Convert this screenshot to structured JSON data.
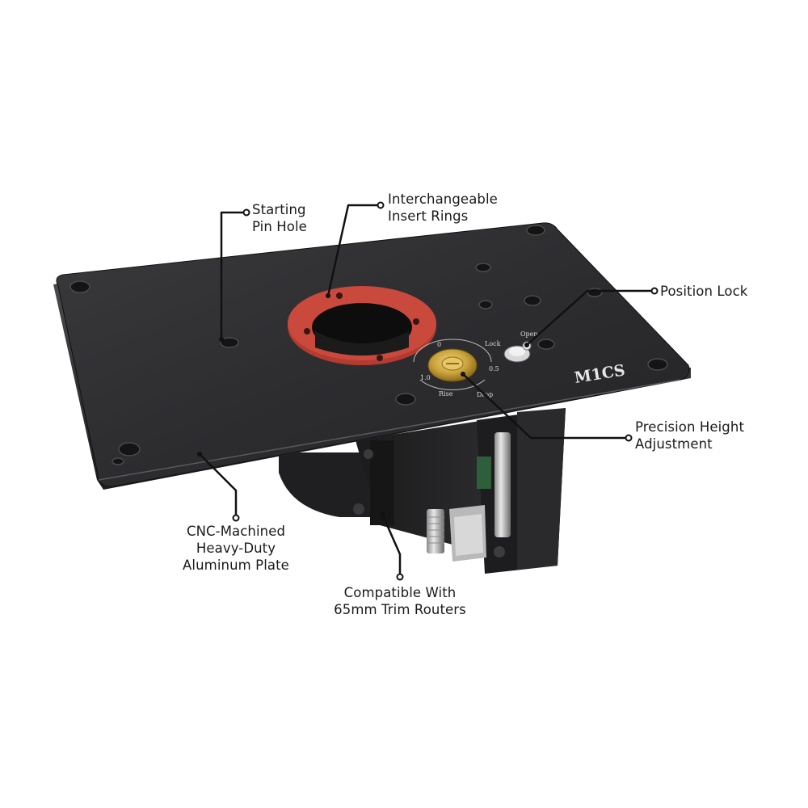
{
  "product": {
    "logo_text": "M1CS",
    "dial_text": {
      "zero": "0",
      "half": "0.5",
      "one": "1.0",
      "rise": "Rise",
      "drop": "Drop",
      "lock": "Lock",
      "open": "Open"
    }
  },
  "callouts": {
    "starting_pin_hole": {
      "line1": "Starting",
      "line2": "Pin Hole"
    },
    "insert_rings": {
      "line1": "Interchangeable",
      "line2": "Insert Rings"
    },
    "position_lock": {
      "line1": "Position Lock"
    },
    "height_adjustment": {
      "line1": "Precision Height",
      "line2": "Adjustment"
    },
    "aluminum_plate": {
      "line1": "CNC-Machined",
      "line2": "Heavy-Duty",
      "line3": "Aluminum Plate"
    },
    "trim_routers": {
      "line1": "Compatible With",
      "line2": "65mm Trim Routers"
    }
  },
  "colors": {
    "plate": "#2c2c2e",
    "plate_edge": "#1a1a1b",
    "insert_ring": "#c0463a",
    "brass_dial": "#c9a23a",
    "leader": "#111111"
  }
}
